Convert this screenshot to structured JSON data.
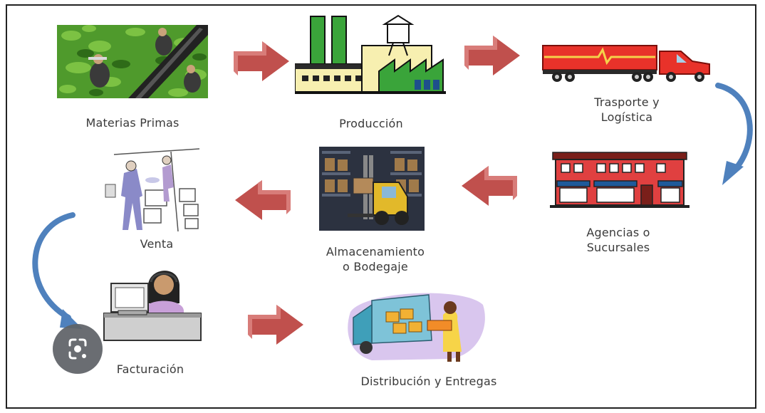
{
  "colors": {
    "arrow": "#c0504d",
    "arrow_dark": "#a33f3c",
    "curve_arrow": "#4f81bd",
    "label_text": "#3a3a3a",
    "frame": "#222222",
    "lens_button": "#5f6368"
  },
  "stages": {
    "materias_primas": {
      "label": "Materias Primas",
      "icon": "harvest-picture"
    },
    "produccion": {
      "label": "Producción",
      "icon": "factory-icon"
    },
    "transporte": {
      "label_line1": "Trasporte y",
      "label_line2": "Logística",
      "icon": "truck-icon"
    },
    "agencias": {
      "label_line1": "Agencias o",
      "label_line2": "Sucursales",
      "icon": "storefront-icon"
    },
    "almacenamiento": {
      "label_line1": "Almacenamiento",
      "label_line2": "o Bodegaje",
      "icon": "forklift-warehouse-icon"
    },
    "venta": {
      "label": "Venta",
      "icon": "sales-people-icon"
    },
    "facturacion": {
      "label": "Facturación",
      "icon": "cashier-computer-icon"
    },
    "distribucion": {
      "label": "Distribución y Entregas",
      "icon": "delivery-van-icon"
    }
  },
  "overlay": {
    "icon": "lens-icon"
  }
}
